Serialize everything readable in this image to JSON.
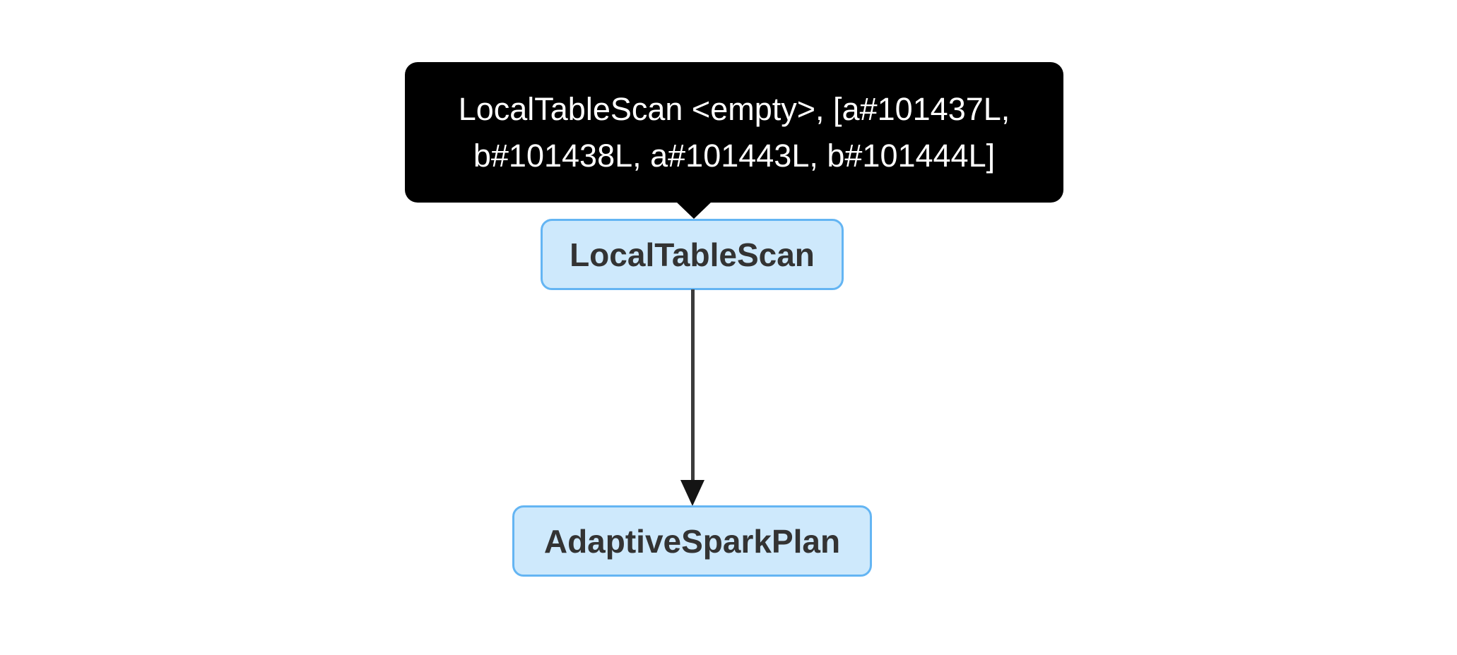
{
  "tooltip": {
    "text": "LocalTableScan <empty>, [a#101437L, b#101438L, a#101443L, b#101444L]",
    "lines": [
      "LocalTableScan <empty>, [a#101437L,",
      "b#101438L, a#101443L, b#101444L]"
    ]
  },
  "nodes": [
    {
      "label": "LocalTableScan"
    },
    {
      "label": "AdaptiveSparkPlan"
    }
  ],
  "edges": [
    {
      "from": "LocalTableScan",
      "to": "AdaptiveSparkPlan"
    }
  ],
  "colors": {
    "canvas_bg": "#ffffff",
    "tooltip_bg": "#000000",
    "tooltip_text": "#ffffff",
    "node_fill": "#cee9fc",
    "node_border": "#64b5f3",
    "node_text": "#333333",
    "edge": "#3c3c3c",
    "arrowhead": "#141414"
  }
}
